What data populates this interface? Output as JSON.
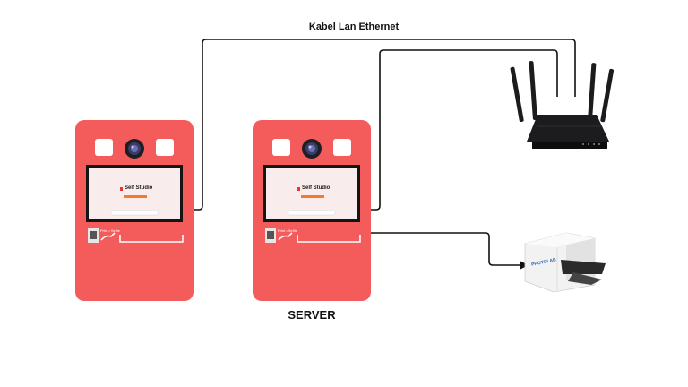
{
  "labels": {
    "cable": "Kabel Lan Ethernet",
    "server": "SERVER"
  },
  "kiosk": {
    "brand": "Self Studio",
    "tagline": "Print • Selfie"
  },
  "printer": {
    "brand": "PHOTOLAB"
  },
  "colors": {
    "kiosk_body": "#f45c5c",
    "line": "#111111",
    "router": "#1c1c1e",
    "printer_body": "#f2f2f2"
  },
  "icons": [
    "camera-icon",
    "router-icon",
    "printer-icon"
  ]
}
